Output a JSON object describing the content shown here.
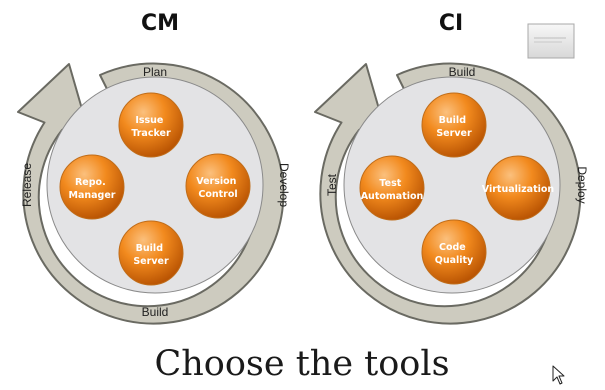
{
  "colors": {
    "ring_fill": "#cdcbbf",
    "ring_stroke": "#6a6a62",
    "inner_fill": "#e3e3e5",
    "orange_light": "#fbc07d",
    "orange_mid": "#f28a1e",
    "orange_dark": "#b44f00"
  },
  "diagrams": [
    {
      "title": "CM",
      "ring_labels": {
        "top": "Plan",
        "right": "Develop",
        "bottom": "Build",
        "left": "Release"
      },
      "tools": [
        {
          "position": "top",
          "lines": [
            "Issue",
            "Tracker"
          ]
        },
        {
          "position": "right",
          "lines": [
            "Version",
            "Control"
          ]
        },
        {
          "position": "bottom",
          "lines": [
            "Build",
            "Server"
          ]
        },
        {
          "position": "left",
          "lines": [
            "Repo.",
            "Manager"
          ]
        }
      ]
    },
    {
      "title": "CI",
      "ring_labels": {
        "top": "Build",
        "right": "Deploy",
        "bottom": "",
        "left": "Test"
      },
      "tools": [
        {
          "position": "top",
          "lines": [
            "Build",
            "Server"
          ]
        },
        {
          "position": "right",
          "lines": [
            "Virtualization"
          ]
        },
        {
          "position": "bottom",
          "lines": [
            "Code",
            "Quality"
          ]
        },
        {
          "position": "left",
          "lines": [
            "Test",
            "Automation"
          ]
        }
      ]
    }
  ],
  "caption": "Choose the tools",
  "icons": {
    "thumbnail": "slide-thumbnail-icon",
    "cursor": "mouse-pointer-icon"
  }
}
